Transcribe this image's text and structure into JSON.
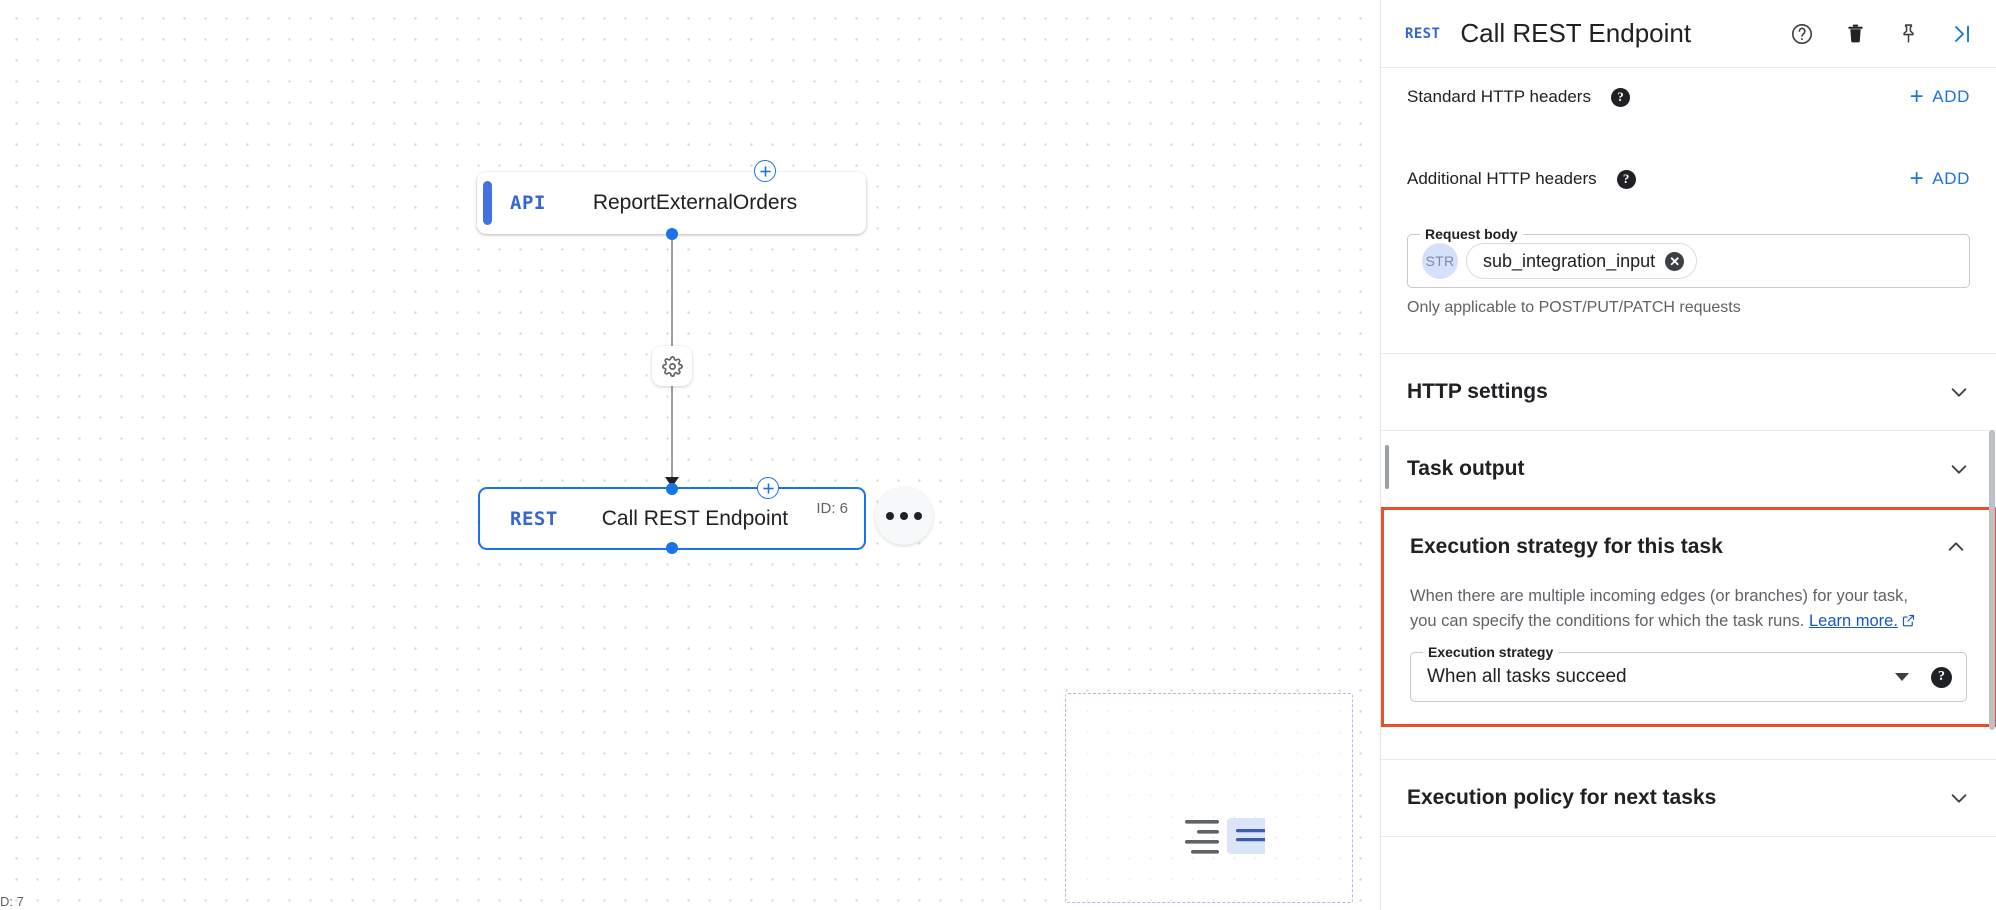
{
  "canvas": {
    "corner_text": "D: 7",
    "nodes": [
      {
        "type_badge": "API",
        "label": "ReportExternalOrders",
        "id_badge": "",
        "selected": false
      },
      {
        "type_badge": "REST",
        "label": "Call REST Endpoint",
        "id_badge": "ID: 6",
        "selected": true
      }
    ],
    "edge_icon": "gear-icon",
    "more_icon": "more-horizontal-icon",
    "add_icon": "plus-circle-icon"
  },
  "panel": {
    "header": {
      "badge": "REST",
      "title": "Call REST Endpoint",
      "icons": [
        "help-circle-icon",
        "trash-icon",
        "pin-icon",
        "collapse-panel-icon"
      ]
    },
    "standard_headers": {
      "label": "Standard HTTP headers",
      "add_label": "ADD",
      "plus": "+"
    },
    "additional_headers": {
      "label": "Additional HTTP headers",
      "add_label": "ADD",
      "plus": "+"
    },
    "request_body": {
      "legend": "Request body",
      "type_badge": "STR",
      "chip_value": "sub_integration_input",
      "hint": "Only applicable to POST/PUT/PATCH requests"
    },
    "sections": [
      {
        "title": "HTTP settings",
        "expanded": false
      },
      {
        "title": "Task output",
        "expanded": false
      },
      {
        "title": "Execution policy for next tasks",
        "expanded": false
      }
    ],
    "execution_strategy": {
      "title": "Execution strategy for this task",
      "expanded": true,
      "description_1": "When there are multiple incoming edges (or branches) for your task,",
      "description_2": "you can specify the conditions for which the task runs. ",
      "link_text": "Learn more.",
      "field_legend": "Execution strategy",
      "value": "When all tasks succeed",
      "highlight_color": "#e8502a"
    }
  },
  "colors": {
    "accent_blue": "#1a73e8",
    "node_blue": "#4272e0",
    "badge_blue": "#3367d6",
    "highlight": "#e8502a",
    "text_primary": "#202124",
    "text_secondary": "#5f6368"
  }
}
